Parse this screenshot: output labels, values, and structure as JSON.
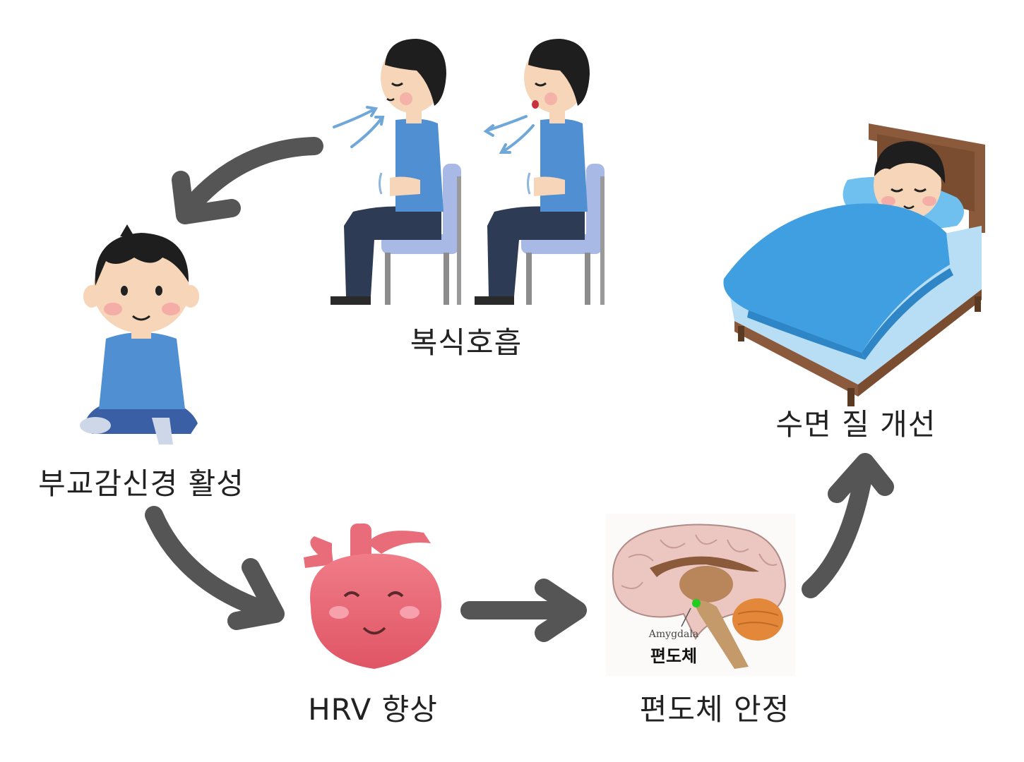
{
  "steps": {
    "breathing": "복식호흡",
    "parasympathetic": "부교감신경 활성",
    "hrv": "HRV 향상",
    "amygdala": "편도체 안정",
    "sleep": "수면 질 개선"
  },
  "brain_figure": {
    "label_en": "Amygdala",
    "label_ko": "편도체"
  },
  "colors": {
    "arrow": "#555555",
    "shirt": "#4f8fd2",
    "blanket": "#3f9fe0",
    "heart": "#e96c7a"
  }
}
